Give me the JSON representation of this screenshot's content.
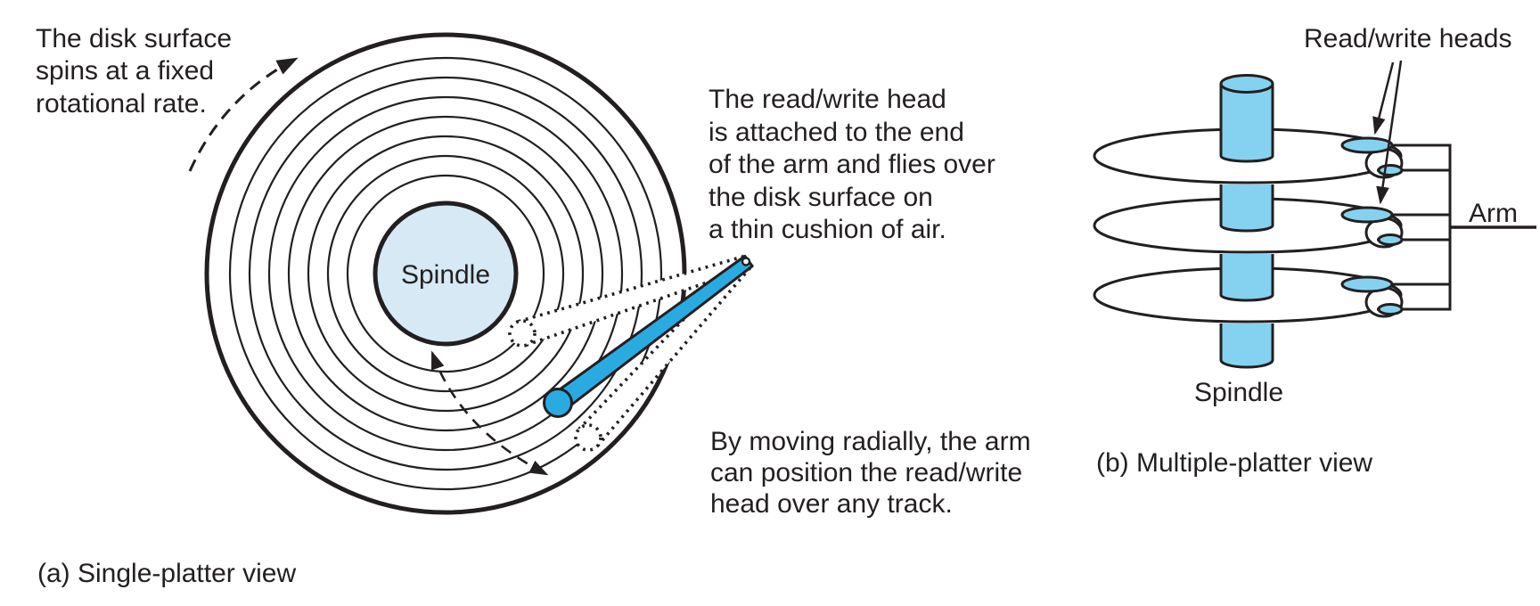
{
  "colors": {
    "ink": "#231F20",
    "arm_blue": "#29ABE2",
    "platter_blue": "#85D2F0",
    "spindle_fill": "#D6E9F5",
    "background": "#FFFFFF"
  },
  "panel_a": {
    "rotation_note": [
      "The disk surface",
      "spins at a fixed",
      "rotational rate."
    ],
    "spindle_label": "Spindle",
    "head_note": [
      "The read/write head",
      "is attached to the end",
      "of the arm and flies over",
      "the disk surface on",
      "a thin cushion of air."
    ],
    "move_note": [
      "By moving radially, the arm",
      "can position the read/write",
      "head over any track."
    ],
    "caption": "(a) Single-platter view"
  },
  "panel_b": {
    "heads_label": "Read/write heads",
    "arm_label": "Arm",
    "spindle_label": "Spindle",
    "caption": "(b) Multiple-platter view"
  }
}
